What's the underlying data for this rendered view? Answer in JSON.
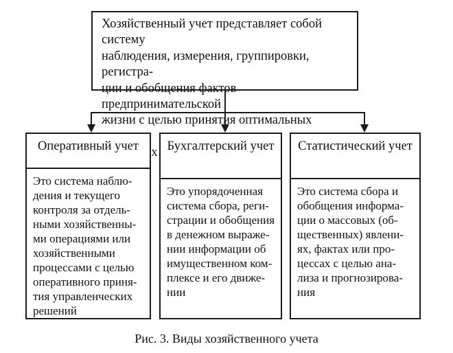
{
  "figure": {
    "root_box": {
      "text": "Хозяйственный учет представляет собой систему\nнаблюдения, измерения, группировки, регистра-\nции и обобщения фактов предпринимательской\nжизни с целью принятия оптимальных управ-\nленческих решений"
    },
    "branches": [
      {
        "title": "Оперативный учет",
        "description": "Это система наблю-\nдения и текущего\nконтроля за отдель-\nными хозяйственны-\nми операциями или\nхозяйственными\nпроцессами с целью\nоперативного приня-\nтия управленческих\nрешений"
      },
      {
        "title": "Бухгалтерский учет",
        "description": "Это упорядоченная\nсистема сбора, реги-\nстрации и обобщения\nв денежном выраже-\nнии информации об\nимущественном ком-\nплексе и его движе-\nнии"
      },
      {
        "title": "Статистический учет",
        "description": "Это система сбора и\nобобщения информа-\nции о массовых (об-\nщественных) явлени-\nях, фактах или про-\nцессах с целью ана-\nлиза и прогнозирова-\nния"
      }
    ],
    "caption": "Рис. 3. Виды хозяйственного учета",
    "colors": {
      "line": "#1b1b1b",
      "background": "#ffffff",
      "text": "#111111"
    }
  }
}
